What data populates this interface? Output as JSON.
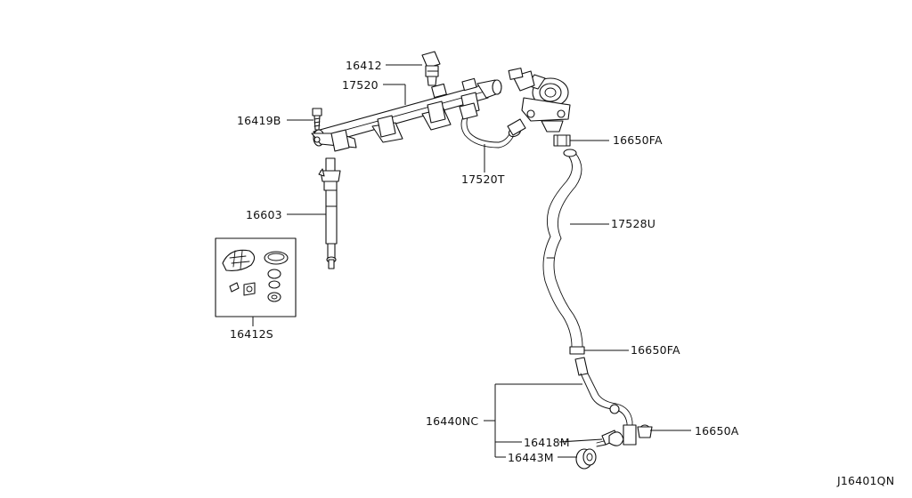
{
  "diagram_code": "J16401QN",
  "labels": {
    "p16412": "16412",
    "p17520": "17520",
    "p16419B": "16419B",
    "p16650FA_top": "16650FA",
    "p17520T": "17520T",
    "p16603": "16603",
    "p17528U": "17528U",
    "p16412S": "16412S",
    "p16650FA_bottom": "16650FA",
    "p16440NC": "16440NC",
    "p16418M": "16418M",
    "p16650A": "16650A",
    "p16443M": "16443M"
  },
  "colors": {
    "ink": "#111111",
    "paper": "#ffffff"
  }
}
